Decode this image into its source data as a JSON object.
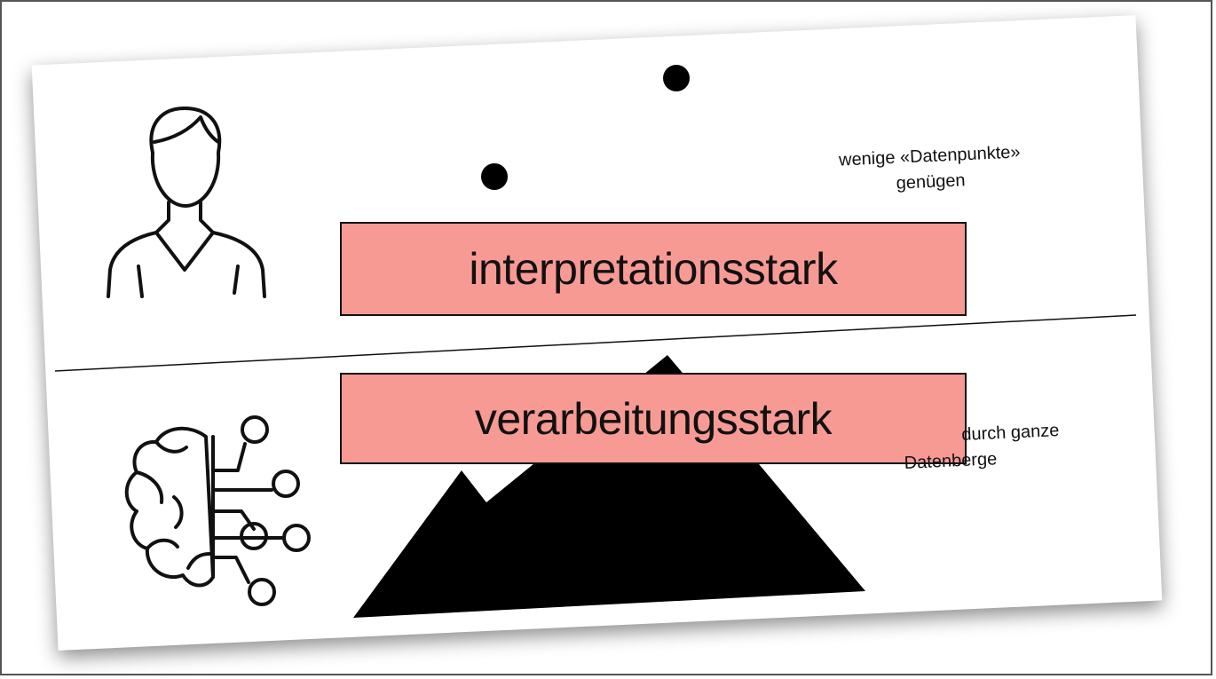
{
  "diagram": {
    "top_section": {
      "label": "interpretationsstark",
      "note_line1": "wenige «Datenpunkte»",
      "note_line2": "genügen",
      "icon": "person-icon",
      "dots_icon": "data-point-dot"
    },
    "bottom_section": {
      "label": "verarbeitungsstark",
      "note_line1": "durch ganze",
      "note_line2": "Datenberge",
      "icon": "ai-brain-icon",
      "mountain_icon": "data-mountain"
    },
    "colors": {
      "label_fill": "#f89a94",
      "ink": "#111111",
      "card_background": "#ffffff"
    }
  }
}
